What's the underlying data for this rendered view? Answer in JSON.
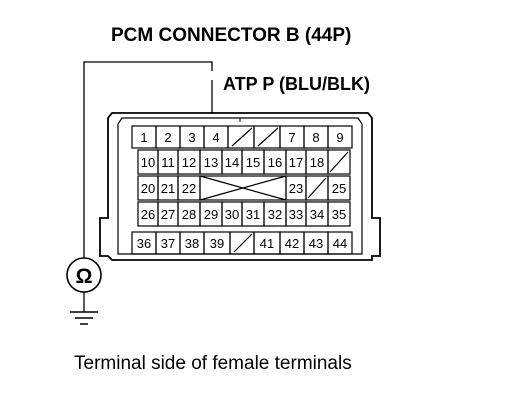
{
  "connector_title": "PCM CONNECTOR B (44P)",
  "terminal_label": "ATP P (BLU/BLK)",
  "meter_symbol": "Ω",
  "caption": "Terminal side of female terminals",
  "pins": {
    "row1": [
      "1",
      "2",
      "3",
      "4",
      "",
      "",
      "7",
      "8",
      "9"
    ],
    "row2": [
      "10",
      "11",
      "12",
      "13",
      "14",
      "15",
      "16",
      "17",
      "18",
      ""
    ],
    "row3": [
      "20",
      "21",
      "22",
      "",
      "",
      "",
      "",
      "23",
      "",
      "25"
    ],
    "row4": [
      "26",
      "27",
      "28",
      "29",
      "30",
      "31",
      "32",
      "33",
      "34",
      "35"
    ],
    "row5": [
      "36",
      "37",
      "38",
      "39",
      "",
      "41",
      "42",
      "43",
      "44"
    ]
  }
}
